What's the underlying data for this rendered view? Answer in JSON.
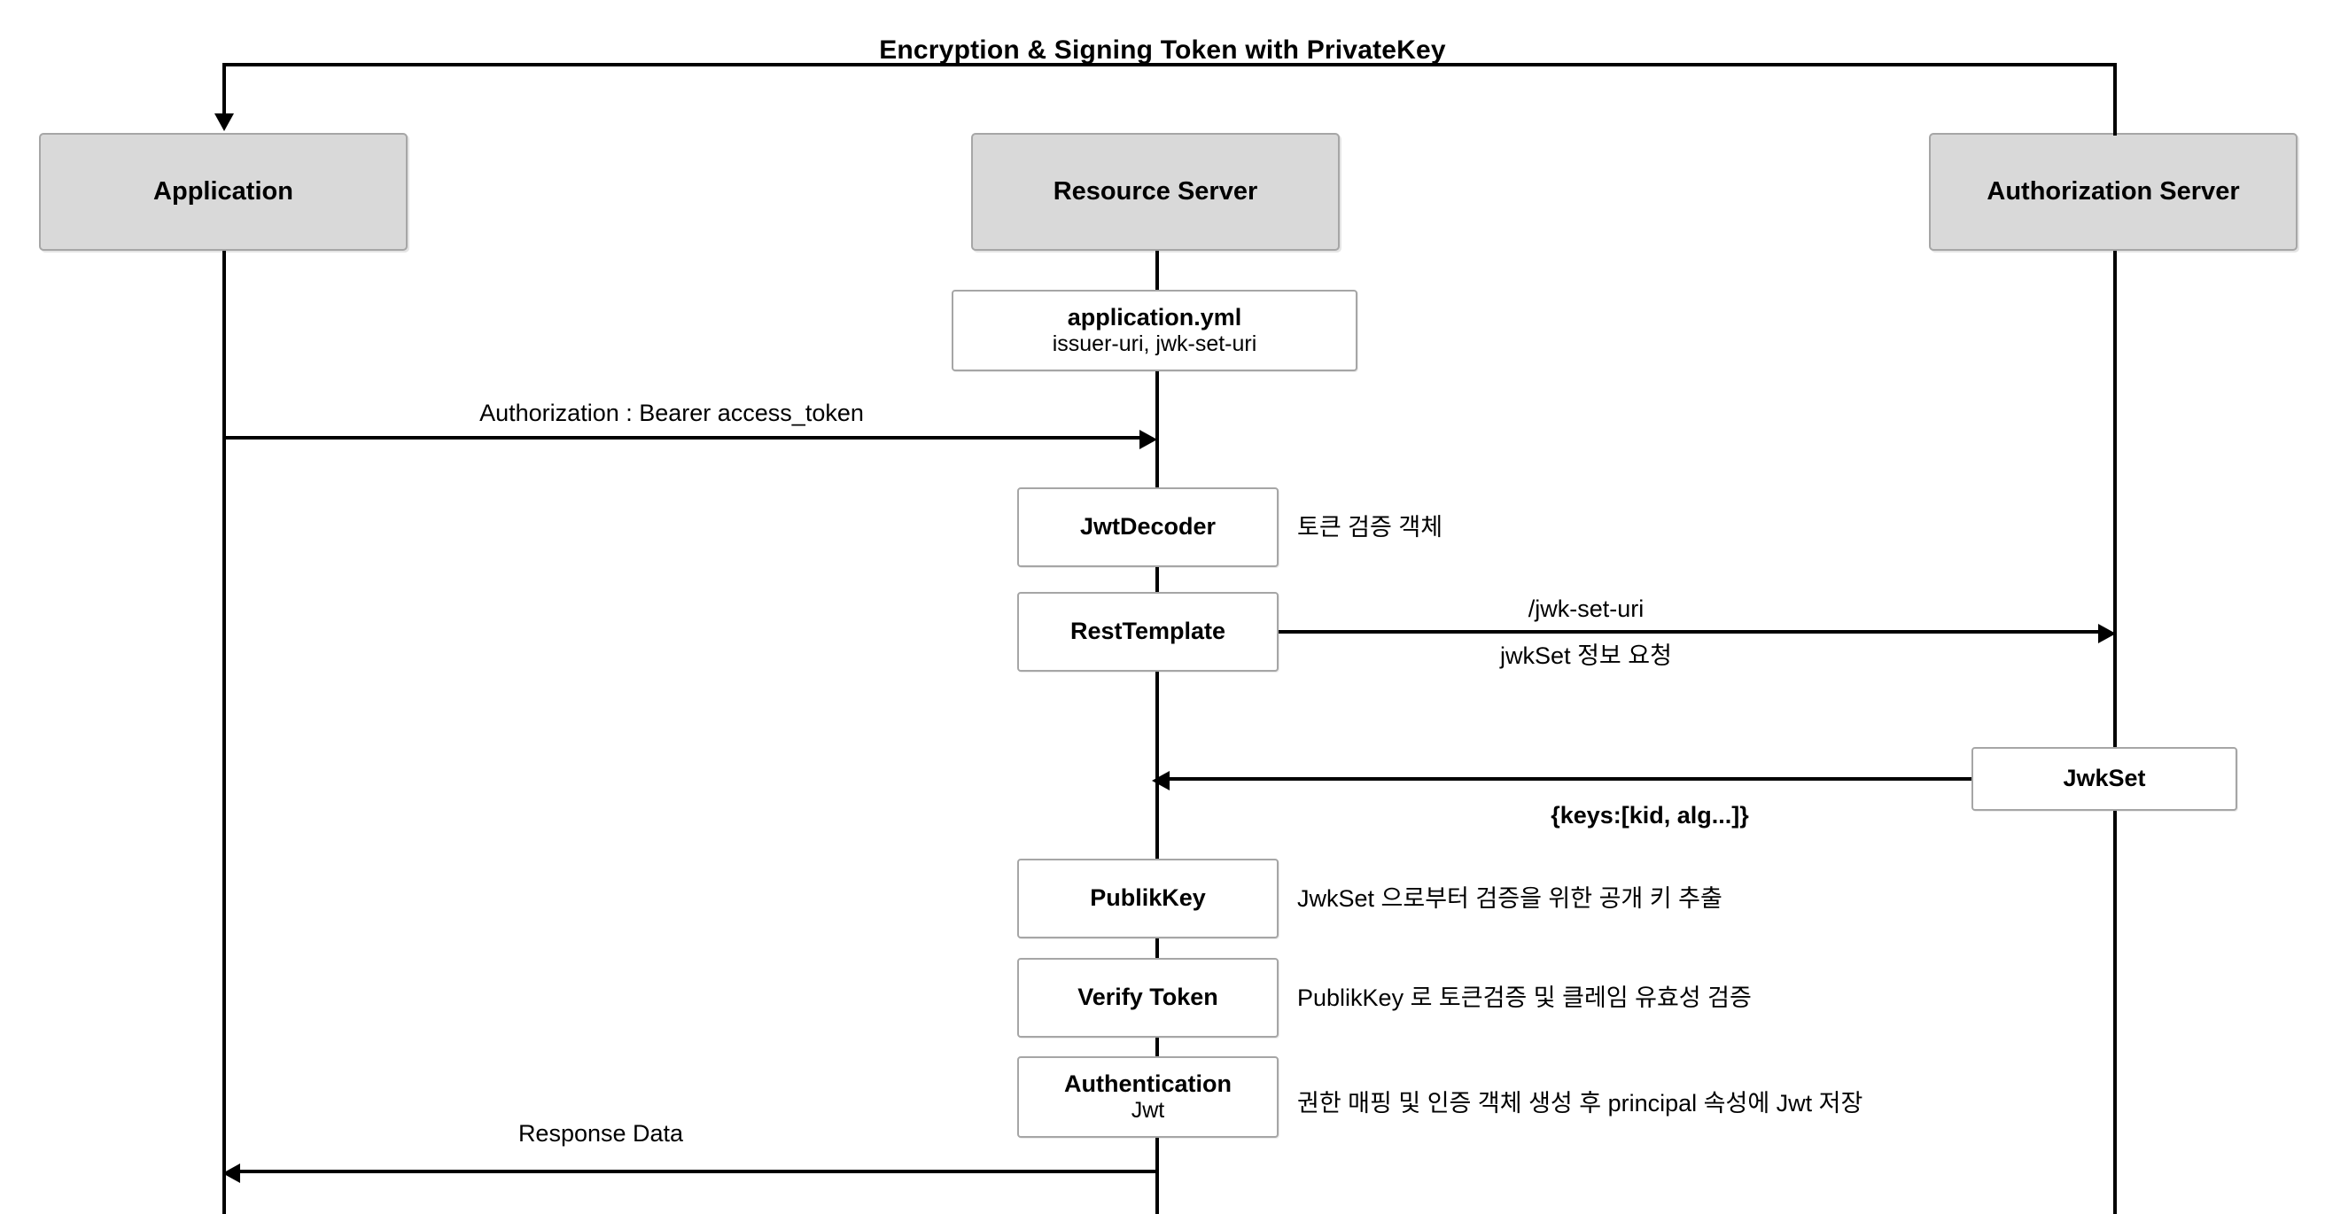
{
  "title": "Encryption & Signing Token with PrivateKey",
  "participants": [
    {
      "id": "application",
      "label": "Application"
    },
    {
      "id": "resource-server",
      "label": "Resource Server"
    },
    {
      "id": "authorization-server",
      "label": "Authorization Server"
    }
  ],
  "notes": {
    "application_yml": {
      "title": "application.yml",
      "subtitle": "issuer-uri, jwk-set-uri"
    }
  },
  "activities": [
    {
      "id": "jwt-decoder",
      "title": "JwtDecoder",
      "subtitle": "",
      "note": "토큰 검증 객체"
    },
    {
      "id": "rest-template",
      "title": "RestTemplate",
      "subtitle": "",
      "note": ""
    },
    {
      "id": "jwk-set",
      "title": "JwkSet",
      "subtitle": "",
      "note": ""
    },
    {
      "id": "publik-key",
      "title": "PublikKey",
      "subtitle": "",
      "note": "JwkSet 으로부터 검증을 위한 공개 키 추출"
    },
    {
      "id": "verify-token",
      "title": "Verify Token",
      "subtitle": "",
      "note": "PublikKey 로 토큰검증 및 클레임 유효성 검증"
    },
    {
      "id": "authentication",
      "title": "Authentication",
      "subtitle": "Jwt",
      "note": "권한 매핑 및 인증 객체 생성 후 principal 속성에  Jwt 저장"
    }
  ],
  "messages": {
    "bearer_request": "Authorization : Bearer access_token",
    "jwk_set_uri": "/jwk-set-uri",
    "jwkset_request": "jwkSet 정보 요청",
    "jwkset_response": "{keys:[kid, alg...]}",
    "response_data": "Response Data"
  },
  "colors": {
    "participant_fill": "#d9d9d9",
    "participant_border": "#a6a6a6",
    "box_border": "#a6a6a6",
    "line": "#000000",
    "background": "#ffffff"
  }
}
